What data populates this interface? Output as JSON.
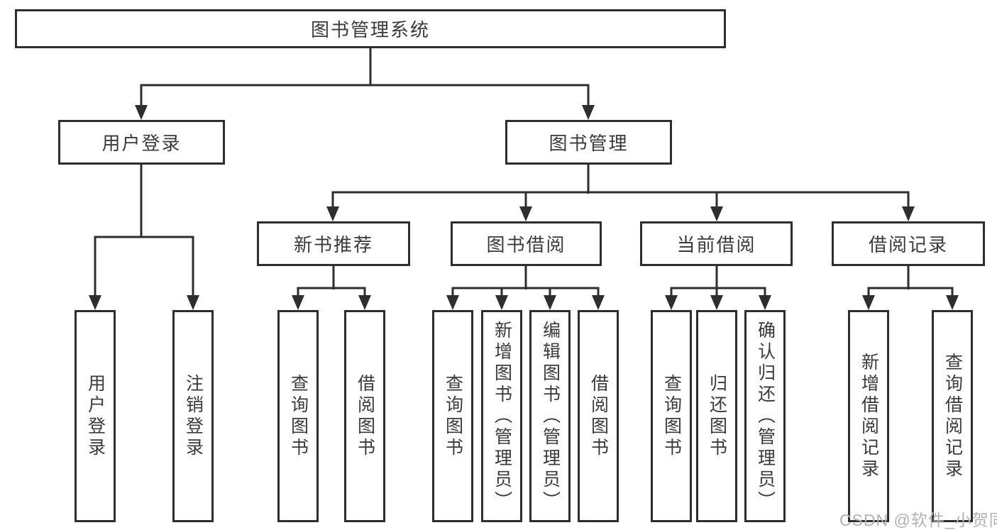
{
  "nodes": {
    "root": "图书管理系统",
    "user_login": "用户登录",
    "book_mgmt": "图书管理",
    "new_book": "新书推荐",
    "book_borrow": "图书借阅",
    "current_borrow": "当前借阅",
    "borrow_record": "借阅记录",
    "leaves": {
      "user_login": "用户登录",
      "logout_login": "注销登录",
      "nb_query_book": "查询图书",
      "nb_borrow_book": "借阅图书",
      "bb_query_book": "查询图书",
      "bb_add_book": "新增图书（管理员）",
      "bb_edit_book": "编辑图书（管理员）",
      "bb_borrow_book": "借阅图书",
      "cb_query_book": "查询图书",
      "cb_return_book": "归还图书",
      "cb_confirm_return": "确认归还（管理员）",
      "br_add_record": "新增借阅记录",
      "br_query_record": "查询借阅记录"
    }
  },
  "watermark": "CSDN @软件_小贺同学",
  "colors": {
    "line": "#2e2e2e",
    "text": "#3a3a3a",
    "box_background": "#ffffff",
    "watermark": "#b2b2b2"
  }
}
